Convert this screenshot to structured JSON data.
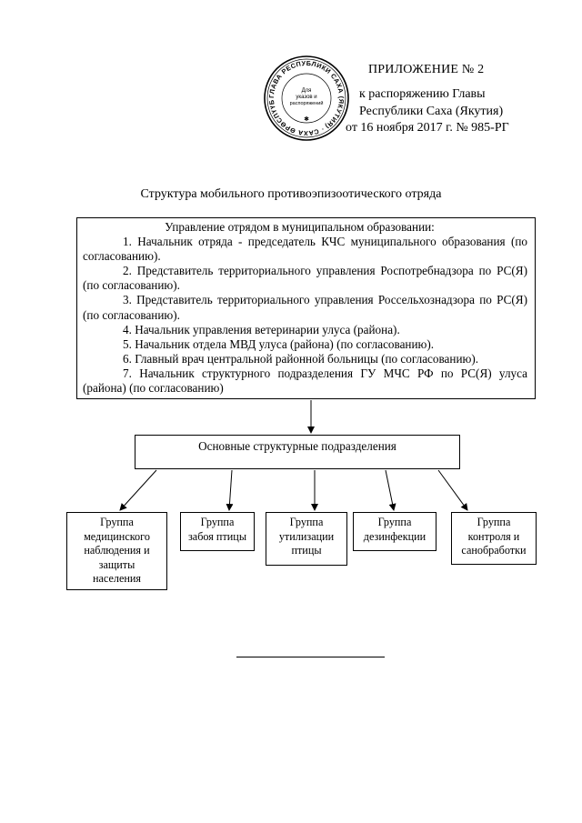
{
  "header": {
    "appendix_label": "ПРИЛОЖЕНИЕ № 2",
    "order_line1": "к распоряжению Главы",
    "order_line2": "Республики Саха (Якутия)",
    "order_line3": "от 16 ноября 2017 г. № 985-РГ"
  },
  "seal": {
    "ring_text": "ГЛАВА РЕСПУБЛИКИ САХА (ЯКУТИЯ) · САХА ӨРӨСПҮҮБҮЛҮКЭТИН ИЛ ДАРХАНА ·",
    "center_line1": "Для",
    "center_line2": "указов и",
    "center_line3": "распоряжений"
  },
  "title": "Структура мобильного противоэпизоотического отряда",
  "management": {
    "heading": "Управление отрядом в муниципальном образовании:",
    "items": [
      "1.  Начальник отряда - председатель КЧС муниципального образования (по согласованию).",
      "2.  Представитель территориального управления Роспотребнадзора по РС(Я) (по согласованию).",
      "3.  Представитель территориального управления Россельхознадзора по РС(Я) (по согласованию).",
      "4.  Начальник управления ветеринарии улуса (района).",
      "5.  Начальник отдела МВД улуса (района) (по согласованию).",
      "6.  Главный врач центральной районной больницы (по согласованию).",
      "7.  Начальник структурного подразделения ГУ МЧС РФ по РС(Я) улуса (района) (по согласованию)"
    ]
  },
  "structural_units": "Основные структурные подразделения",
  "groups": [
    {
      "lines": [
        "Группа",
        "медицинского",
        "наблюдения и",
        "защиты",
        "населения"
      ]
    },
    {
      "lines": [
        "Группа",
        "забоя птицы"
      ]
    },
    {
      "lines": [
        "Группа",
        "утилизации",
        "птицы"
      ]
    },
    {
      "lines": [
        "Группа",
        "дезинфекции"
      ]
    },
    {
      "lines": [
        "Группа",
        "контроля и",
        "санобработки"
      ]
    }
  ]
}
